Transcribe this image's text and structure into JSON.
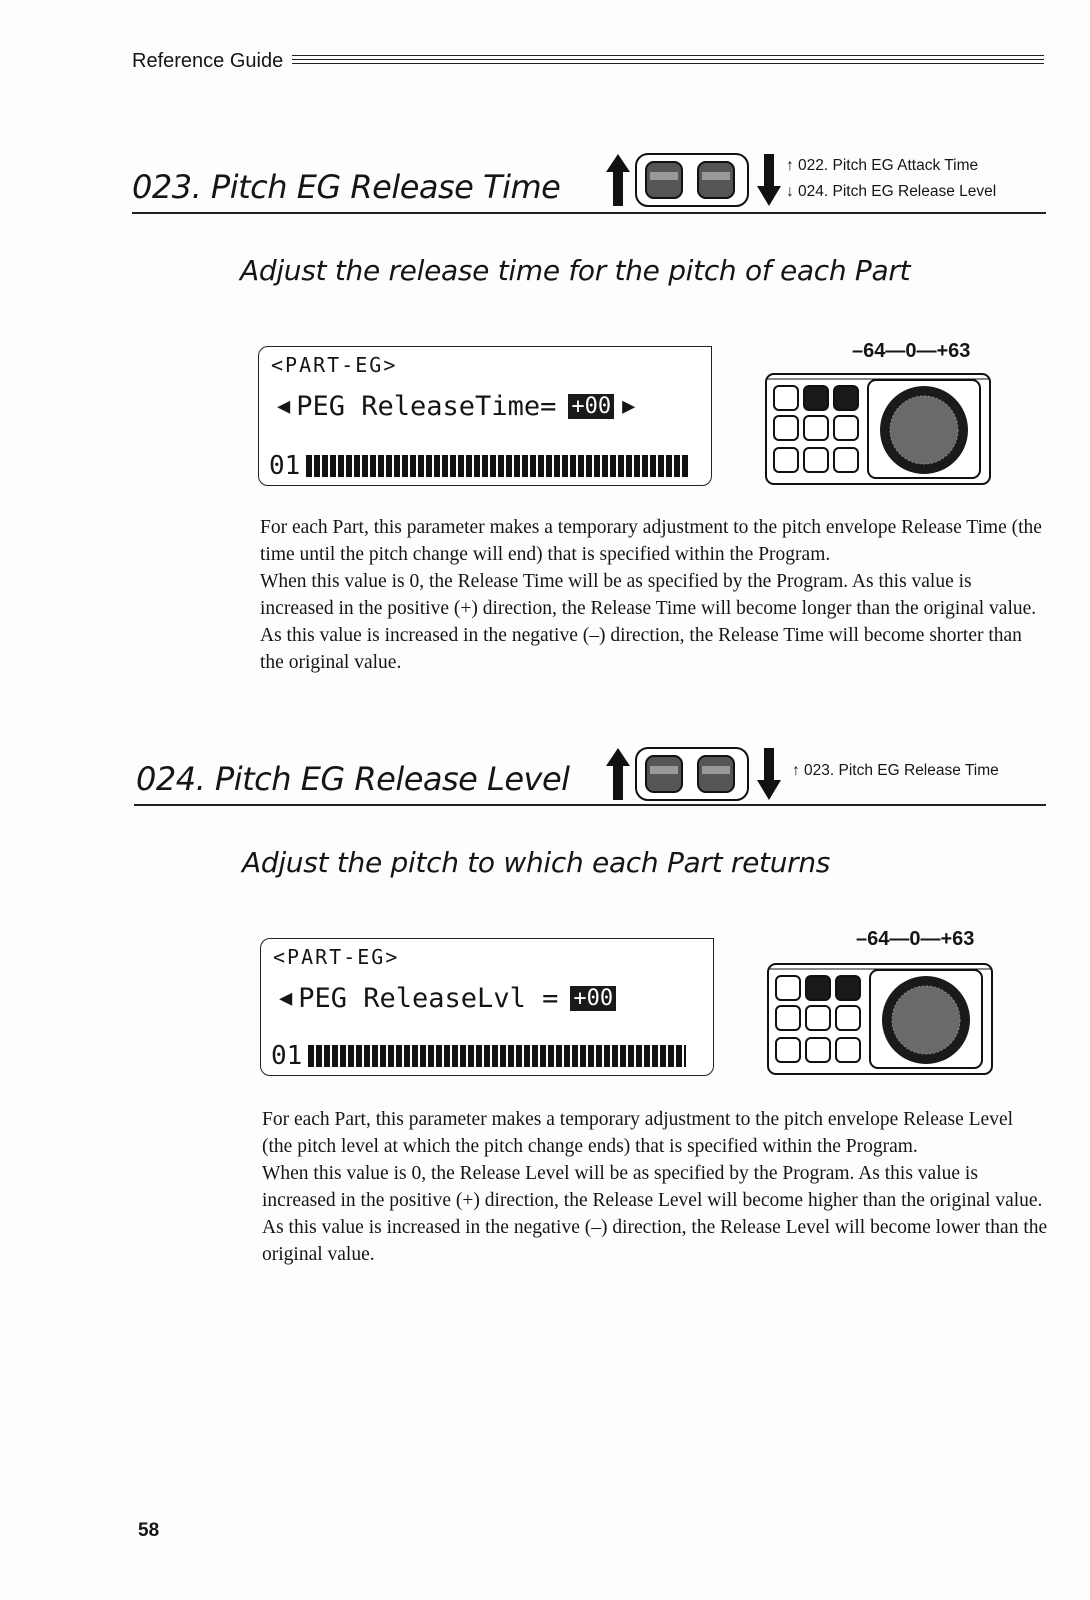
{
  "header": {
    "title": "Reference Guide"
  },
  "sections": [
    {
      "title": "023. Pitch EG Release Time",
      "nav_up": "↑ 022. Pitch EG Attack Time",
      "nav_down": "↓ 024. Pitch EG Release Level",
      "subtitle": "Adjust the release time for the pitch of each Part",
      "lcd": {
        "line1": "<PART-EG>",
        "left_arrow": "◀",
        "param": "PEG ReleaseTime=",
        "value": "+00",
        "right_arrow": "▶",
        "part": "01"
      },
      "range": "–64—0—+63",
      "paragraphs": [
        "For each Part, this parameter makes a temporary adjustment to the pitch envelope Release Time (the time until the pitch change will end) that is specified within the Program.",
        "When this value is 0, the Release Time will be as specified by the Program. As this value is increased in the positive (+) direction, the Release Time will become longer than the original value. As this value is increased in the negative (–) direction, the Release Time will become shorter than the original value."
      ]
    },
    {
      "title": "024. Pitch EG Release Level",
      "nav_up": "↑ 023. Pitch EG Release Time",
      "subtitle": "Adjust the pitch to which each Part returns",
      "lcd": {
        "line1": "<PART-EG>",
        "left_arrow": "◀",
        "param": "PEG ReleaseLvl =",
        "value": "+00",
        "part": "01"
      },
      "range": "–64—0—+63",
      "paragraphs": [
        "For each Part, this parameter makes a temporary adjustment to the pitch envelope Release Level (the pitch level at which the pitch change ends) that is specified within the Program.",
        "When this value is 0, the Release Level will be as specified by the Program. As this value is increased in the positive (+) direction, the Release Level will become higher than the original value. As this value is increased in the negative (–) direction, the Release Level will become lower than the original value."
      ]
    }
  ],
  "page_number": "58",
  "icons": [
    "up-arrow-icon",
    "down-arrow-icon",
    "page-buttons-icon",
    "panel-buttons-icon",
    "value-dial-icon"
  ]
}
